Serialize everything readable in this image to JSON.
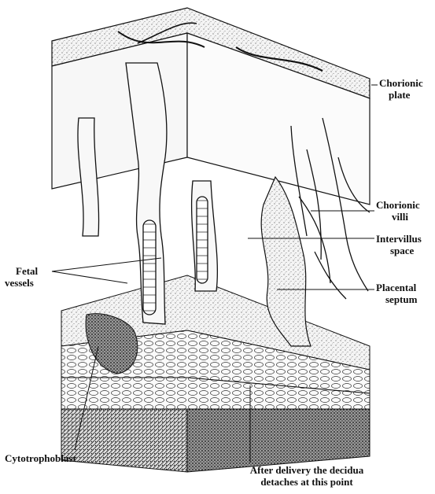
{
  "labels": {
    "chorionic_plate": [
      "Chorionic",
      "plate"
    ],
    "chorionic_villi": [
      "Chorionic",
      "villi"
    ],
    "intervillus_space": [
      "Intervillus",
      "space"
    ],
    "placental_septum": [
      "Placental",
      "septum"
    ],
    "fetal_vessels": [
      "Fetal",
      "vessels"
    ],
    "cytotrophoblast": "Cytotrophoblast",
    "decidua_note": [
      "After delivery the decidua",
      "detaches at this point"
    ]
  },
  "colors": {
    "ink": "#111111",
    "tissue": "#f4f4f4",
    "paper": "#ffffff"
  }
}
